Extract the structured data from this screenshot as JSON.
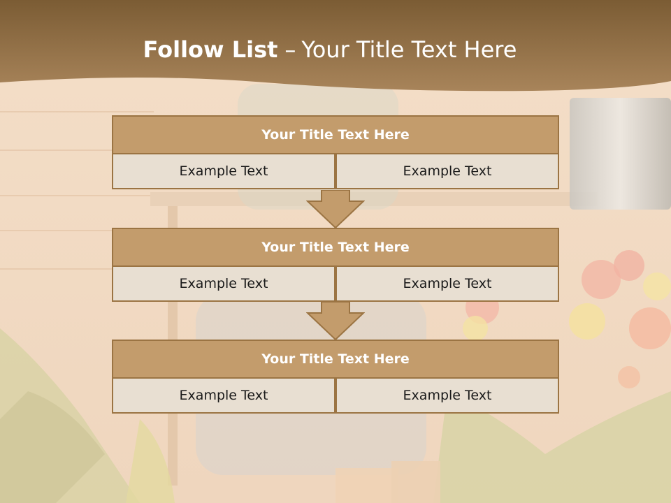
{
  "title": {
    "bold": "Follow List",
    "dash": "–",
    "rest": "Your Title Text Here"
  },
  "blocks": [
    {
      "header": "Your Title Text Here",
      "cells": [
        "Example Text",
        "Example Text"
      ]
    },
    {
      "header": "Your Title Text Here",
      "cells": [
        "Example Text",
        "Example Text"
      ]
    },
    {
      "header": "Your Title Text Here",
      "cells": [
        "Example Text",
        "Example Text"
      ]
    }
  ],
  "colors": {
    "header_fill": "#c39c6c",
    "border": "#9b7443",
    "cell_fill": "#e8dfd2",
    "banner": "#8b6a3e"
  }
}
